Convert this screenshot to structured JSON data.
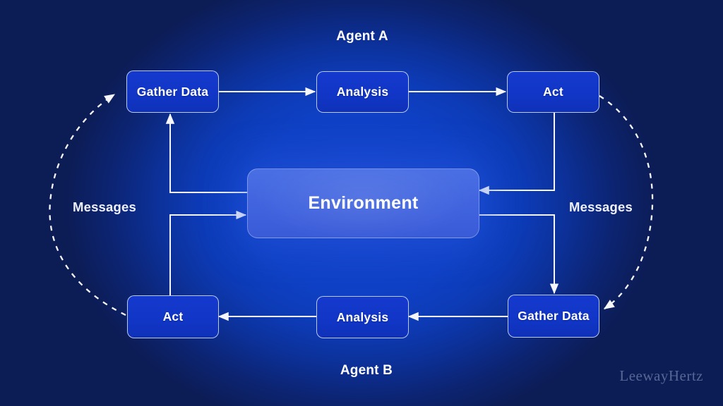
{
  "labels": {
    "agent_a": "Agent A",
    "agent_b": "Agent B",
    "environment": "Environment",
    "messages_left": "Messages",
    "messages_right": "Messages",
    "watermark": "LeewayHertz"
  },
  "agent_a_nodes": [
    {
      "id": "gather-data-a",
      "label": "Gather Data"
    },
    {
      "id": "analysis-a",
      "label": "Analysis"
    },
    {
      "id": "act-a",
      "label": "Act"
    }
  ],
  "agent_b_nodes": [
    {
      "id": "act-b",
      "label": "Act"
    },
    {
      "id": "analysis-b",
      "label": "Analysis"
    },
    {
      "id": "gather-data-b",
      "label": "Gather Data"
    }
  ],
  "connections": [
    {
      "from": "gather-data-a",
      "to": "analysis-a",
      "style": "solid"
    },
    {
      "from": "analysis-a",
      "to": "act-a",
      "style": "solid"
    },
    {
      "from": "act-a",
      "to": "environment",
      "style": "solid"
    },
    {
      "from": "environment",
      "to": "gather-data-a",
      "style": "solid"
    },
    {
      "from": "gather-data-b",
      "to": "analysis-b",
      "style": "solid"
    },
    {
      "from": "analysis-b",
      "to": "act-b",
      "style": "solid"
    },
    {
      "from": "act-b",
      "to": "environment",
      "style": "solid"
    },
    {
      "from": "environment",
      "to": "gather-data-b",
      "style": "solid"
    },
    {
      "from": "act-b",
      "to": "gather-data-a",
      "style": "dashed",
      "label": "Messages"
    },
    {
      "from": "act-a",
      "to": "gather-data-b",
      "style": "dashed",
      "label": "Messages"
    }
  ],
  "colors": {
    "bg_center": "#1546d0",
    "bg_edge": "#0c1c55",
    "node_fill": "#1136c6",
    "node_border": "#e1eaff",
    "environment_fill_top": "#4a6fe4",
    "environment_fill_bottom": "#3a5bd8",
    "arrow": "#f5f6fa",
    "text": "#ffffff",
    "watermark": "#96a5ca"
  }
}
